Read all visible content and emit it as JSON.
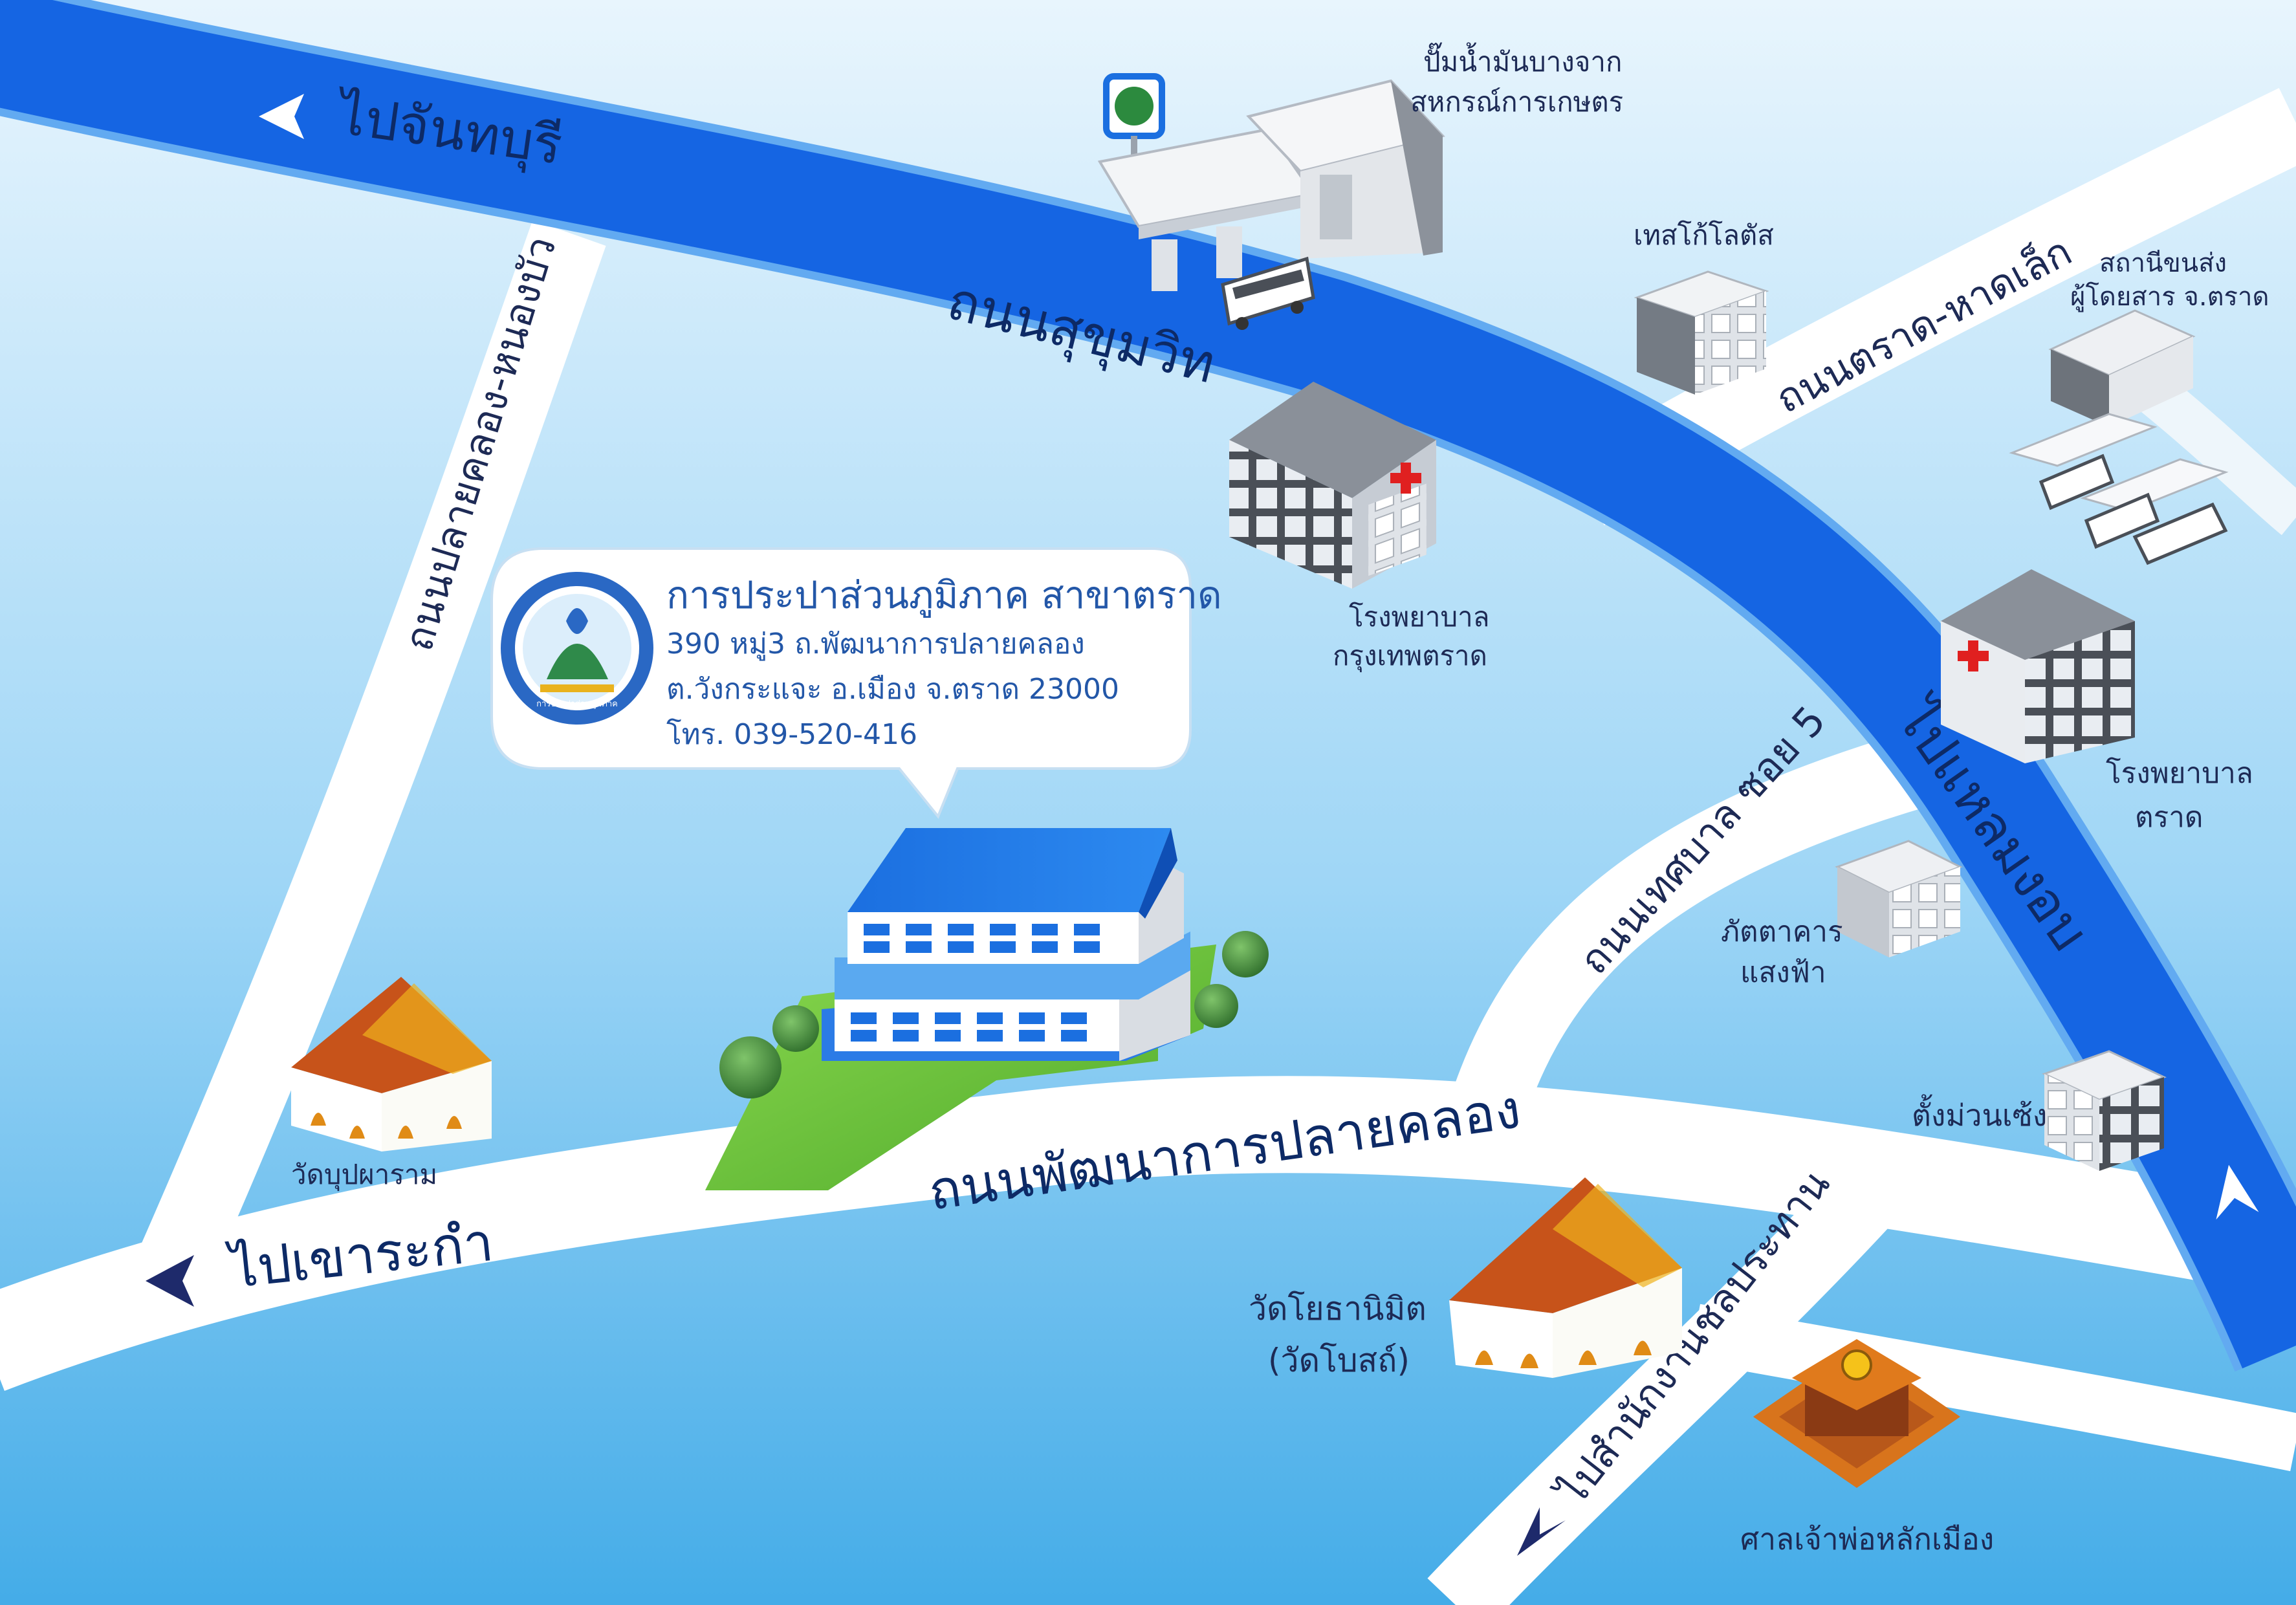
{
  "colors": {
    "sky_top": "#e6f4fd",
    "sky_bottom": "#4fb3ea",
    "main_road": "#1565e3",
    "main_road_edge": "#5aa5f0",
    "side_road": "#ffffff",
    "arrow_dark": "#1e2a6b",
    "callout_text": "#2357a8",
    "grass": "#66c43c"
  },
  "roads": {
    "sukhumvit": "ถนนสุขุมวิท",
    "to_chanthaburi": "ไปจันทบุรี",
    "to_laem_ngop": "ไปแหลมงอบ",
    "trat_hat_lek": "ถนนตราด-หาดเล็ก",
    "plai_khlong_nong_bua": "ถนนปลายคลอง-หนองบัว",
    "phatthana": "ถนนพัฒนาการปลายคลอง",
    "to_khao_rakam": "ไปเขาระกำ",
    "thetsaban_soi5": "ถนนเทศบาล ซอย 5",
    "to_irrigation": "ไปสำนักงานชลประทาน"
  },
  "landmarks": {
    "gas_station_line1": "ปั๊มน้ำมันบางจาก",
    "gas_station_line2": "สหกรณ์การเกษตร",
    "tesco": "เทสโก้โลตัส",
    "bus_station_line1": "สถานีขนส่ง",
    "bus_station_line2": "ผู้โดยสาร จ.ตราด",
    "bangkok_hospital_line1": "โรงพยาบาล",
    "bangkok_hospital_line2": "กรุงเทพตราด",
    "trat_hospital_line1": "โรงพยาบาล",
    "trat_hospital_line2": "ตราด",
    "restaurant_line1": "ภัตตาคาร",
    "restaurant_line2": "แสงฟ้า",
    "tang_muan_seng": "ตั้งม่วนเซ้ง",
    "wat_bupharam": "วัดบุปผาราม",
    "wat_yothanimit_line1": "วัดโยธานิมิต",
    "wat_yothanimit_line2": "(วัดโบสถ์)",
    "city_pillar_shrine": "ศาลเจ้าพ่อหลักเมือง"
  },
  "callout": {
    "title": "การประปาส่วนภูมิภาค สาขาตราด",
    "address1": "390 หมู่3 ถ.พัฒนาการปลายคลอง",
    "address2": "ต.วังกระแจะ อ.เมือง จ.ตราด 23000",
    "phone": "โทร. 039-520-416",
    "logo_icon": "pwa-logo-icon",
    "logo_text": "การประปาส่วนภูมิภาค"
  }
}
